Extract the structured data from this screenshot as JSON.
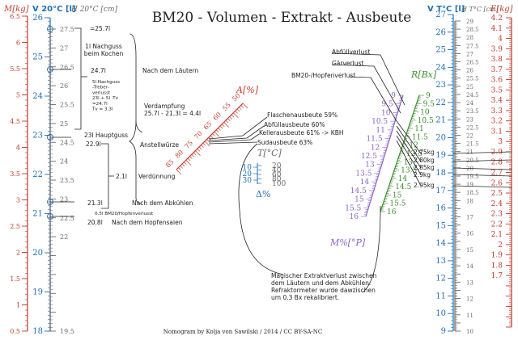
{
  "title": "BM20 - Volumen - Extrakt - Ausbeute",
  "footer": "Nomogram by Kolja von Sawilski / 2014 / CC BY-SA-NC",
  "colors": {
    "red": "#c0392b",
    "blue": "#1f6fb2",
    "gray": "#6b6b6b",
    "green": "#3d8b2f",
    "purple": "#8a63c7",
    "black": "#222222"
  },
  "scales": {
    "M": {
      "label": "M[kg]",
      "min": 0.5,
      "max": 6.5,
      "major": [
        0.5,
        1,
        1.5,
        2,
        2.5,
        3,
        3.5,
        4,
        4.5,
        5,
        5.5,
        6,
        6.5
      ]
    },
    "V20": {
      "label": "V",
      "sub": "20°C",
      "unit": "[l]",
      "min": 18,
      "max": 26,
      "major": [
        18,
        19,
        20,
        21,
        22,
        23,
        24,
        25,
        26
      ]
    },
    "H20": {
      "label": "H",
      "sub": "20°C",
      "unit": "[cm]",
      "min": 19.5,
      "max": 27.5,
      "major": [
        19.5,
        20,
        20.5,
        21,
        21.5,
        22,
        22.5,
        23,
        23.5,
        24,
        24.5,
        25,
        25.5,
        26,
        26.5,
        27,
        27.5
      ],
      "labeled": [
        19.5,
        22,
        22.5,
        23,
        23.5,
        24,
        24.5,
        25,
        25.5,
        26,
        26.5,
        27,
        27.5
      ]
    },
    "VT": {
      "label": "V",
      "sub": "T°C",
      "unit": "[l]",
      "min": 9,
      "max": 27,
      "major": [
        9,
        10,
        11,
        12,
        13,
        14,
        15,
        16,
        17,
        18,
        19,
        20,
        21,
        22,
        23,
        24,
        25,
        26,
        27
      ]
    },
    "HT": {
      "label": "H",
      "sub": "T°C",
      "unit": "[cm]",
      "min": 10,
      "max": 29,
      "major": [
        10,
        10.5,
        11,
        11.5,
        12,
        12.5,
        13,
        13.5,
        14,
        14.5,
        15,
        15.5,
        16,
        16.5,
        17,
        17.5,
        18,
        18.5,
        19,
        19.5,
        20,
        20.5,
        21,
        21.5,
        22,
        22.5,
        23,
        23.5,
        24,
        24.5,
        25,
        25.5,
        26,
        26.5,
        27,
        27.5,
        28,
        28.5,
        29
      ],
      "labeled": [
        10,
        11,
        12,
        13,
        14,
        15,
        16,
        17,
        18,
        18.5,
        19,
        19.5,
        20,
        20.5,
        21,
        21.5,
        22,
        22.5,
        23,
        23.5,
        24,
        24.5,
        25,
        25.5,
        26,
        26.5,
        27,
        27.5,
        28,
        28.5,
        29
      ]
    },
    "E": {
      "label": "E[kg]",
      "min": 1.2,
      "max": 4.2,
      "major": [
        1.2,
        1.3,
        1.4,
        1.5,
        1.6,
        1.7,
        1.8,
        1.9,
        2,
        2.1,
        2.2,
        2.3,
        2.4,
        2.5,
        2.6,
        2.7,
        2.8,
        2.9,
        3,
        3.1,
        3.2,
        3.3,
        3.4,
        3.5,
        3.6,
        3.7,
        3.8,
        3.9,
        4,
        4.1,
        4.2
      ],
      "labeled": [
        1.7,
        1.8,
        1.9,
        2,
        2.1,
        2.2,
        2.3,
        2.4,
        2.5,
        2.6,
        2.7,
        2.8,
        2.9,
        3,
        3.1,
        3.2,
        3.3,
        3.4,
        3.5,
        3.6,
        3.7,
        3.8,
        3.9,
        4,
        4.1,
        4.2
      ]
    },
    "A": {
      "label": "A[%]",
      "labeled": [
        50,
        55,
        60,
        65,
        70,
        75,
        80,
        85
      ]
    },
    "R": {
      "label": "R[Bx]",
      "labeled": [
        9,
        9.5,
        10,
        10.5,
        11,
        11.5,
        12,
        12.5,
        13,
        13.5,
        14,
        14.5,
        15,
        15.5,
        16
      ]
    },
    "MP": {
      "label": "M%[°P]",
      "labeled": [
        9,
        9.5,
        10,
        10.5,
        11,
        11.5,
        12,
        12.5,
        13,
        13.5,
        14,
        14.5,
        15,
        15.5,
        16
      ]
    },
    "T": {
      "label": "T[°C]",
      "left": [
        10,
        20,
        30
      ],
      "right": [
        20,
        40,
        60,
        80,
        100
      ],
      "delta": "Δ%"
    }
  },
  "annotations": {
    "v1": "=25.7l",
    "nachguss": "1l Nachguss\nbeim Kochen",
    "v2": "24.7l",
    "treber": "5l Nachguss\n-Treber-\nverlusst\n23l + 5l -Tv\n=24.7l\nTv = 3.3l",
    "hauptguss": "23l Hauptguss",
    "laeutern": "Nach dem Läutern",
    "verdampfung": "Verdampfung\n25.7l - 21.3l = 4.4l",
    "anstell": "Anstellwürze",
    "v3": "22.9l",
    "v4": "2.1l",
    "verduennung": "Verdünnung",
    "v5": "21.3l",
    "abkuehlen": "Nach dem Abkühlen",
    "bm20": "0.5l BM20/Hopfenverlusst",
    "v6": "20.8l",
    "hopfen": "Nach dem Hopfensaien",
    "flaschen": "Flaschenausbeute 59%",
    "abfuell": "Abfüllausbeute 60%",
    "keller": "Kellerausbeute 61% -> KBH",
    "sud": "Sudausbeute 63%",
    "abfuellverlust": "Abfüllverlust",
    "gaerverlust": "Gärverlust",
    "bm20verlust": "BM20-/Hopfenverlust",
    "kg1": "2.75kg",
    "kg2": "2.80kg",
    "kg3": "2.85kg",
    "kg4": "2.9kg",
    "kg5": "2.95kg",
    "magic": "Magischer Extraktverlust zwischen\ndem Läutern und dem Abkühlen.\nRefraktormeter wurde dawzischen\num 0.3 Bx rekalibriert."
  }
}
